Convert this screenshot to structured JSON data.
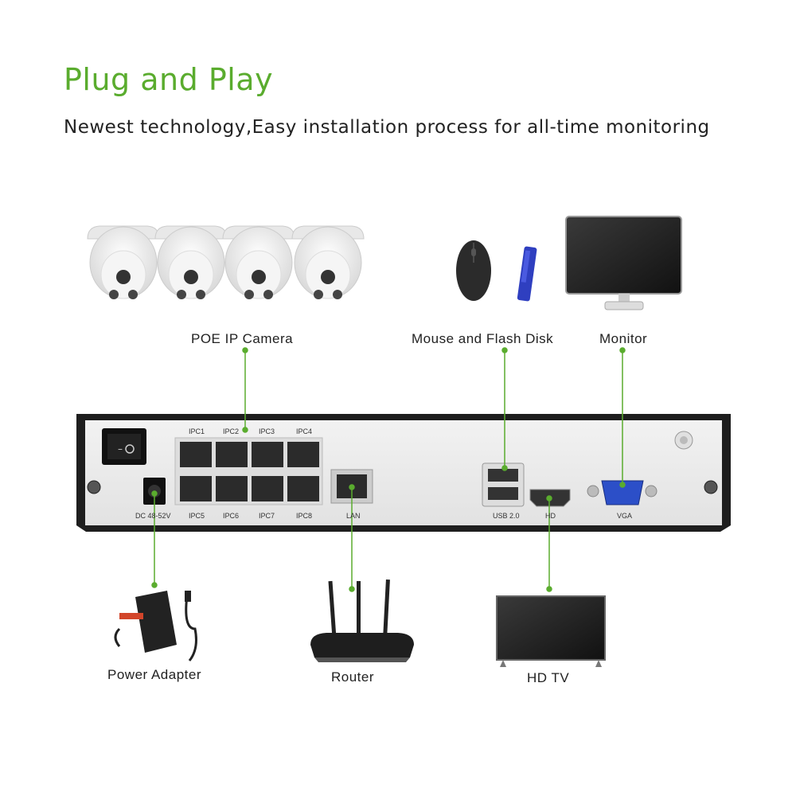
{
  "header": {
    "title": "Plug and Play",
    "subtitle": "Newest technology,Easy installation process for all-time monitoring"
  },
  "devices": {
    "camera": "POE IP Camera",
    "mouse_flash": "Mouse and Flash Disk",
    "monitor": "Monitor",
    "power": "Power Adapter",
    "router": "Router",
    "tv": "HD TV"
  },
  "nvr_ports": {
    "ipc1": "IPC1",
    "ipc2": "IPC2",
    "ipc3": "IPC3",
    "ipc4": "IPC4",
    "ipc5": "IPC5",
    "ipc6": "IPC6",
    "ipc7": "IPC7",
    "ipc8": "IPC8",
    "lan": "LAN",
    "dc": "DC 48-52V",
    "usb": "USB 2.0",
    "hd": "HD",
    "vga": "VGA"
  },
  "colors": {
    "accent": "#5aac2e",
    "connector": "#5aac2e"
  }
}
